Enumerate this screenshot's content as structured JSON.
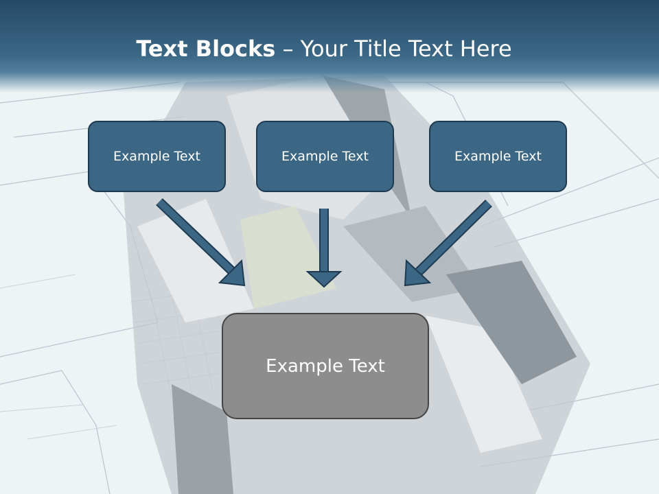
{
  "slide": {
    "title_bold": "Text Blocks",
    "title_rest": " – Your Title Text Here",
    "boxes": [
      {
        "label": "Example Text"
      },
      {
        "label": "Example Text"
      },
      {
        "label": "Example Text"
      }
    ],
    "result_box": {
      "label": "Example Text"
    }
  },
  "colors": {
    "header": "#2f5874",
    "box_fill": "#3c6784",
    "box_border": "#1e3a50",
    "result_fill": "#8d8d8d",
    "arrow": "#3c6784"
  }
}
